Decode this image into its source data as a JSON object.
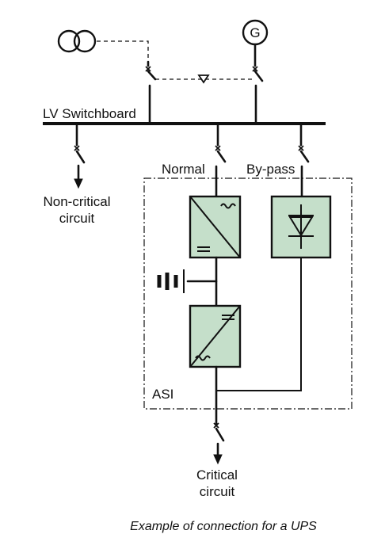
{
  "labels": {
    "lv_switchboard": "LV Switchboard",
    "normal": "Normal",
    "bypass": "By-pass",
    "noncritical_line1": "Non-critical",
    "noncritical_line2": "circuit",
    "critical_line1": "Critical",
    "critical_line2": "circuit",
    "ups_box": "ASI",
    "generator_symbol": "G"
  },
  "caption": "Example of connection for a UPS",
  "colors": {
    "converter_fill": "#c5dfca",
    "line": "#111111",
    "background": "#ffffff"
  },
  "icons": {
    "transformer": "transformer-icon",
    "generator": "generator-icon",
    "rectifier": "rectifier-icon",
    "inverter": "inverter-icon",
    "static_switch": "static-switch-icon",
    "battery": "battery-icon",
    "interlock": "interlock-triangle-icon"
  }
}
